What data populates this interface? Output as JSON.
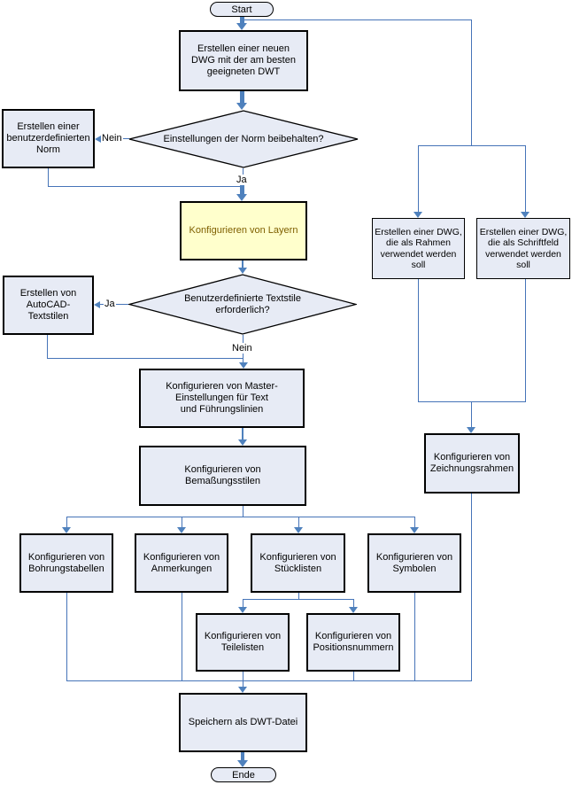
{
  "colors": {
    "node_fill": "#e7ebf5",
    "highlight_fill": "#ffffcc",
    "highlight_text": "#7f6000",
    "line_blue": "#4674b8",
    "arrow_blue": "#4f81bd",
    "border": "#000000"
  },
  "nodes": {
    "start": "Start",
    "new_dwg": "Erstellen einer neuen\nDWG mit der am besten\ngeeigneten DWT",
    "keep_norm_q": "Einstellungen der Norm beibehalten?",
    "custom_norm": "Erstellen einer\nbenutzerdefinierten\nNorm",
    "layers": "Konfigurieren von Layern",
    "textstyles_q": "Benutzerdefinierte Textstile\nerforderlich?",
    "autocad_textstyles": "Erstellen von\nAutoCAD-\nTextstilen",
    "master_text": "Konfigurieren von Master-\nEinstellungen für Text\nund Führungslinien",
    "dim_styles": "Konfigurieren von\nBemaßungsstilen",
    "hole_tables": "Konfigurieren von\nBohrungstabellen",
    "annotations": "Konfigurieren von\nAnmerkungen",
    "bom_lists": "Konfigurieren von\nStücklisten",
    "symbols": "Konfigurieren von\nSymbolen",
    "parts_lists": "Konfigurieren von\nTeilelisten",
    "balloons": "Konfigurieren von\nPositionsnummern",
    "save": "Speichern als DWT-Datei",
    "end": "Ende",
    "dwg_frame": "Erstellen einer DWG,\ndie als Rahmen\nverwendet werden\nsoll",
    "dwg_titleblock": "Erstellen einer DWG,\ndie als Schriftfeld\nverwendet werden\nsoll",
    "drawing_frames": "Konfigurieren von\nZeichnungsrahmen"
  },
  "edge_labels": {
    "no1": "Nein",
    "yes1": "Ja",
    "yes2": "Ja",
    "no2": "Nein"
  }
}
